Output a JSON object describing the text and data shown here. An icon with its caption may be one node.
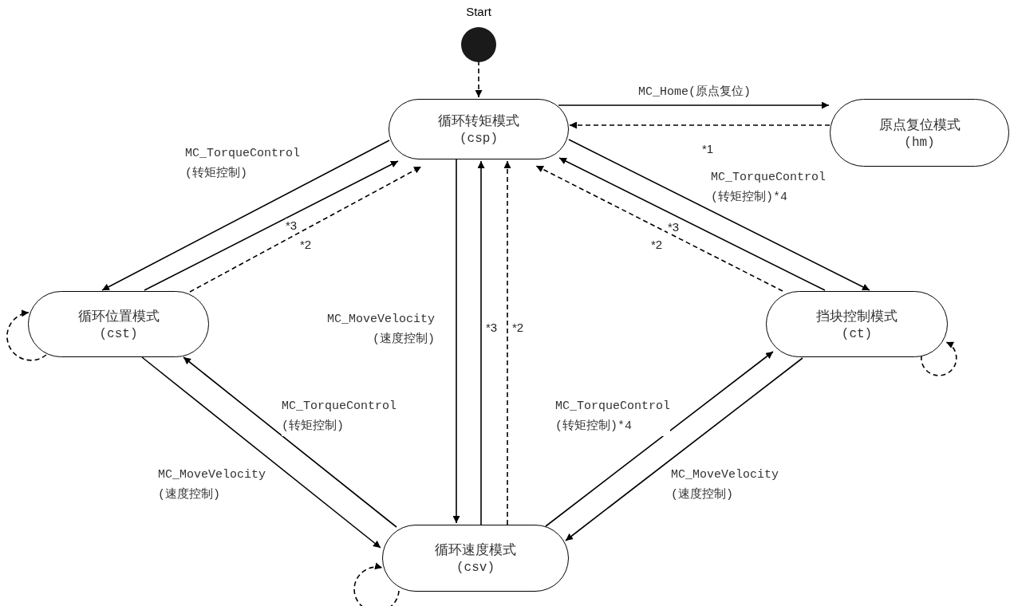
{
  "diagram": {
    "nodes": [
      {
        "text": [
          "Start"
        ]
      },
      {
        "text": [
          "循环转矩模式",
          "(csp)"
        ]
      },
      {
        "text": [
          "原点复位模式",
          "(hm)"
        ]
      },
      {
        "text": [
          "循环位置模式",
          "(cst)"
        ]
      },
      {
        "text": [
          "挡块控制模式",
          "(ct)"
        ]
      },
      {
        "text": [
          "循环速度模式",
          "(csv)"
        ]
      }
    ],
    "edges": [
      {
        "from": 0,
        "to": 1,
        "arrow": "to",
        "style": "dashed"
      },
      {
        "from": 1,
        "to": 2,
        "arrow": "to",
        "label": "MC_Home(原点复位)"
      },
      {
        "from": 2,
        "to": 1,
        "arrow": "to",
        "style": "dashed",
        "label": "*1"
      },
      {
        "from": 1,
        "to": 3,
        "arrow": "to",
        "label": "MC_TorqueControl (转矩控制)"
      },
      {
        "from": 3,
        "to": 1,
        "arrow": "to",
        "label": "*3"
      },
      {
        "from": 3,
        "to": 1,
        "arrow": "to",
        "style": "dashed",
        "label": "*2"
      },
      {
        "from": 1,
        "to": 4,
        "arrow": "to",
        "label": "MC_TorqueControl (转矩控制)*4"
      },
      {
        "from": 4,
        "to": 1,
        "arrow": "to",
        "label": "*3"
      },
      {
        "from": 4,
        "to": 1,
        "arrow": "to",
        "style": "dashed",
        "label": "*2"
      },
      {
        "from": 1,
        "to": 5,
        "arrow": "to",
        "label": "MC_MoveVelocity (速度控制)"
      },
      {
        "from": 5,
        "to": 1,
        "arrow": "to",
        "label": "*3"
      },
      {
        "from": 5,
        "to": 1,
        "arrow": "to",
        "style": "dashed",
        "label": "*2"
      },
      {
        "from": 3,
        "to": 5,
        "arrow": "to",
        "label": "MC_MoveVelocity (速度控制)"
      },
      {
        "from": 5,
        "to": 3,
        "arrow": "to",
        "label": "MC_TorqueControl (转矩控制)"
      },
      {
        "from": 5,
        "to": 4,
        "arrow": "to",
        "label": "MC_TorqueControl (转矩控制)*4"
      },
      {
        "from": 4,
        "to": 5,
        "arrow": "to",
        "label": "MC_MoveVelocity (速度控制)"
      },
      {
        "from": 3,
        "to": 3,
        "arrow": "to",
        "style": "dashed"
      },
      {
        "from": 4,
        "to": 4,
        "arrow": "to",
        "style": "dashed"
      },
      {
        "from": 5,
        "to": 5,
        "arrow": "to",
        "style": "dashed"
      }
    ]
  }
}
